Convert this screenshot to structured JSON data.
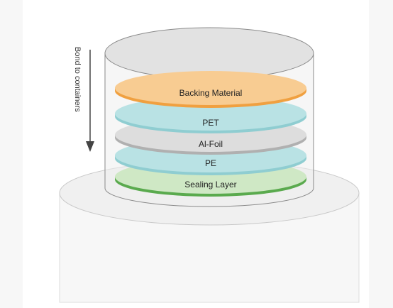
{
  "diagram": {
    "arrow_label": "Bond to containers",
    "layers": [
      {
        "label": "Backing Material",
        "fill": "#f8cc92",
        "edge": "#f0a040"
      },
      {
        "label": "PET",
        "fill": "#b9e2e4",
        "edge": "#8fcdd1"
      },
      {
        "label": "Al-Foil",
        "fill": "#dddddd",
        "edge": "#b0b0b0"
      },
      {
        "label": "PE",
        "fill": "#b9e2e4",
        "edge": "#8fcdd1"
      },
      {
        "label": "Sealing Layer",
        "fill": "#cfe8c5",
        "edge": "#5aaa4e"
      }
    ]
  }
}
